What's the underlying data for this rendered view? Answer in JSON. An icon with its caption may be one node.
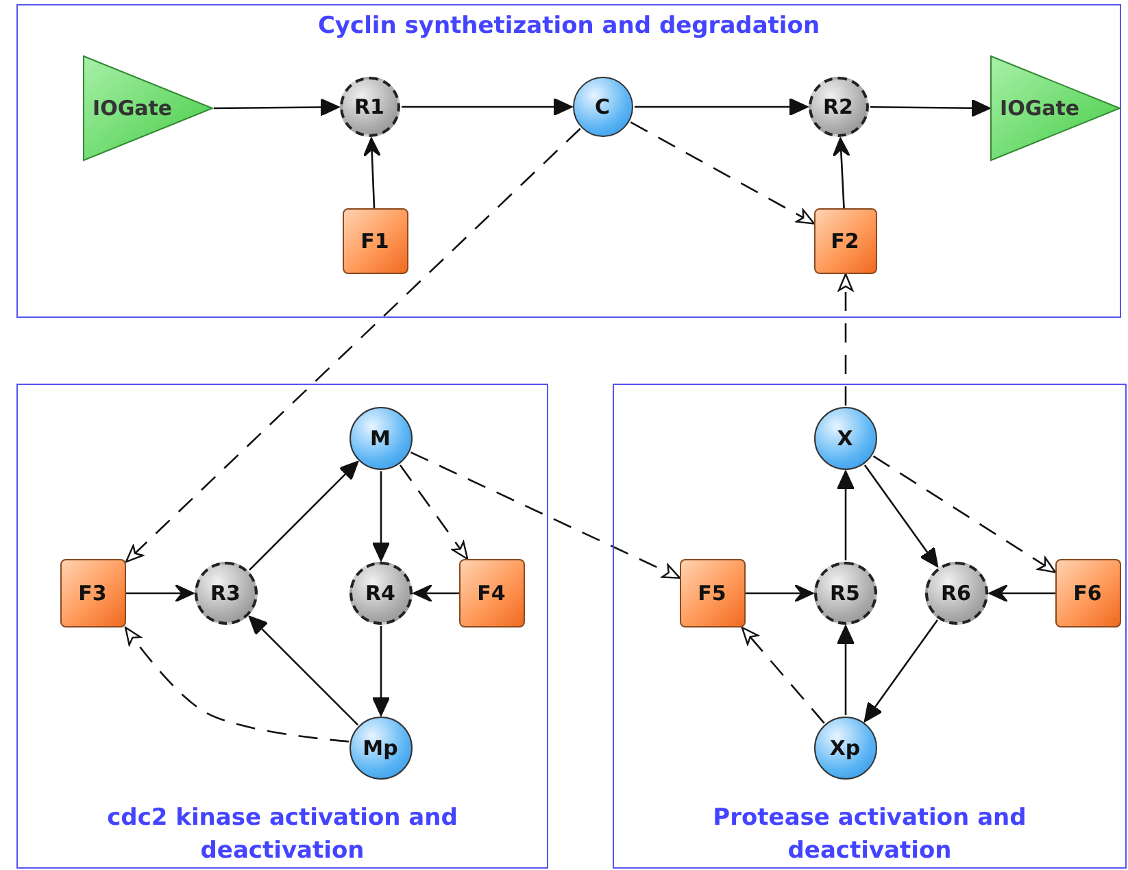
{
  "diagram": {
    "nodes": [
      {
        "text": [
          "Cyclin synthetization and degradation"
        ]
      },
      {
        "text": [
          "IOGate"
        ],
        "in": 0
      },
      {
        "text": [
          "R1"
        ],
        "in": 0
      },
      {
        "text": [
          "C"
        ],
        "in": 0
      },
      {
        "text": [
          "R2"
        ],
        "in": 0
      },
      {
        "text": [
          "IOGate"
        ],
        "in": 0
      },
      {
        "text": [
          "F1"
        ],
        "in": 0
      },
      {
        "text": [
          "F2"
        ],
        "in": 0
      },
      {
        "text": [
          "cdc2 kinase activation and deactivation"
        ]
      },
      {
        "text": [
          "M"
        ],
        "in": 8
      },
      {
        "text": [
          "F3"
        ],
        "in": 8
      },
      {
        "text": [
          "R3"
        ],
        "in": 8
      },
      {
        "text": [
          "R4"
        ],
        "in": 8
      },
      {
        "text": [
          "F4"
        ],
        "in": 8
      },
      {
        "text": [
          "Mp"
        ],
        "in": 8
      },
      {
        "text": [
          "Protease activation and deactivation"
        ]
      },
      {
        "text": [
          "X"
        ],
        "in": 15
      },
      {
        "text": [
          "F5"
        ],
        "in": 15
      },
      {
        "text": [
          "R5"
        ],
        "in": 15
      },
      {
        "text": [
          "R6"
        ],
        "in": 15
      },
      {
        "text": [
          "F6"
        ],
        "in": 15
      },
      {
        "text": [
          "Xp"
        ],
        "in": 15
      }
    ],
    "edges": [
      {
        "from": 1,
        "to": 2,
        "arrow": "to"
      },
      {
        "from": 2,
        "to": 3,
        "arrow": "to"
      },
      {
        "from": 3,
        "to": 4,
        "arrow": "to"
      },
      {
        "from": 4,
        "to": 5,
        "arrow": "to"
      },
      {
        "from": 6,
        "to": 2,
        "arrow": "to"
      },
      {
        "from": 7,
        "to": 4,
        "arrow": "to"
      },
      {
        "from": 3,
        "to": 7,
        "arrow": "to",
        "style": "dashed"
      },
      {
        "from": 3,
        "to": 10,
        "arrow": "to",
        "style": "dashed"
      },
      {
        "from": 16,
        "to": 7,
        "arrow": "to",
        "style": "dashed"
      },
      {
        "from": 11,
        "to": 9,
        "arrow": "to"
      },
      {
        "from": 9,
        "to": 12,
        "arrow": "to"
      },
      {
        "from": 12,
        "to": 14,
        "arrow": "to"
      },
      {
        "from": 14,
        "to": 11,
        "arrow": "to"
      },
      {
        "from": 10,
        "to": 11,
        "arrow": "to"
      },
      {
        "from": 13,
        "to": 12,
        "arrow": "to"
      },
      {
        "from": 9,
        "to": 13,
        "arrow": "to",
        "style": "dashed"
      },
      {
        "from": 14,
        "to": 10,
        "arrow": "to",
        "style": "dashed"
      },
      {
        "from": 9,
        "to": 17,
        "arrow": "to",
        "style": "dashed"
      },
      {
        "from": 18,
        "to": 16,
        "arrow": "to"
      },
      {
        "from": 16,
        "to": 19,
        "arrow": "to"
      },
      {
        "from": 19,
        "to": 21,
        "arrow": "to"
      },
      {
        "from": 21,
        "to": 18,
        "arrow": "to"
      },
      {
        "from": 17,
        "to": 18,
        "arrow": "to"
      },
      {
        "from": 20,
        "to": 19,
        "arrow": "to"
      },
      {
        "from": 16,
        "to": 20,
        "arrow": "to",
        "style": "dashed"
      },
      {
        "from": 21,
        "to": 17,
        "arrow": "to",
        "style": "dashed"
      }
    ]
  }
}
